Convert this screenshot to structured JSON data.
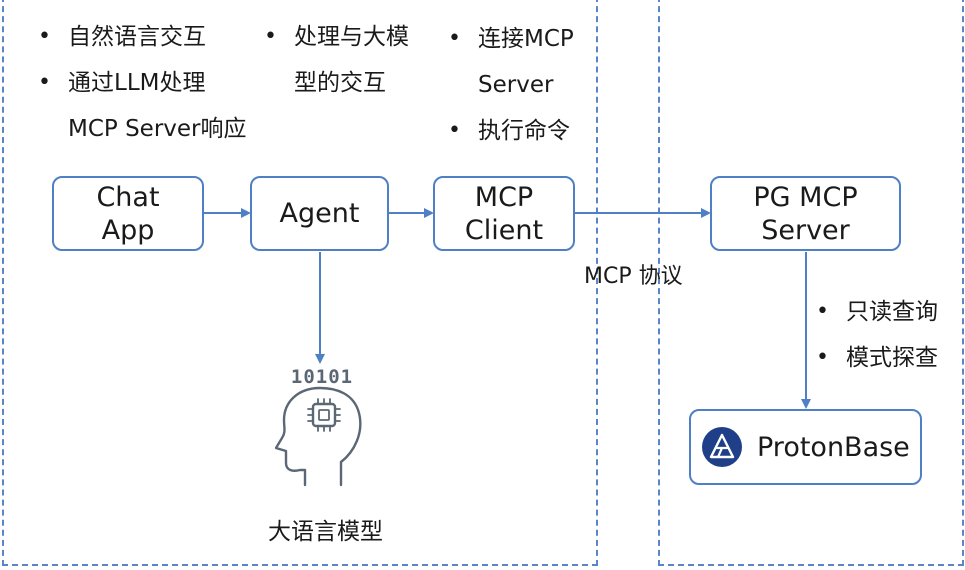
{
  "colors": {
    "accent": "#4f7fc4",
    "region_border": "#5a86c8",
    "brain_icon": "#5b6775",
    "brand": "#1f3f88"
  },
  "nodes": {
    "chat_app": [
      "Chat",
      "App"
    ],
    "agent": [
      "Agent"
    ],
    "mcp_client": [
      "MCP",
      "Client"
    ],
    "pg_mcp_server": [
      "PG MCP",
      "Server"
    ]
  },
  "notes": {
    "chat_app": [
      [
        "自然语言交互"
      ],
      [
        "通过LLM处理",
        "MCP Server响应"
      ]
    ],
    "agent": [
      [
        "处理与大模",
        "型的交互"
      ]
    ],
    "mcp_client": [
      [
        "连接MCP",
        "Server"
      ],
      [
        "执行命令"
      ]
    ],
    "pg_server": [
      [
        "只读查询"
      ],
      [
        "模式探查"
      ]
    ]
  },
  "edge_labels": {
    "protocol": "MCP 协议"
  },
  "llm": {
    "binary": "10101",
    "caption": "大语言模型",
    "icon": "head-chip-icon"
  },
  "database": {
    "name": "ProtonBase",
    "icon": "protonbase-logo-icon"
  }
}
